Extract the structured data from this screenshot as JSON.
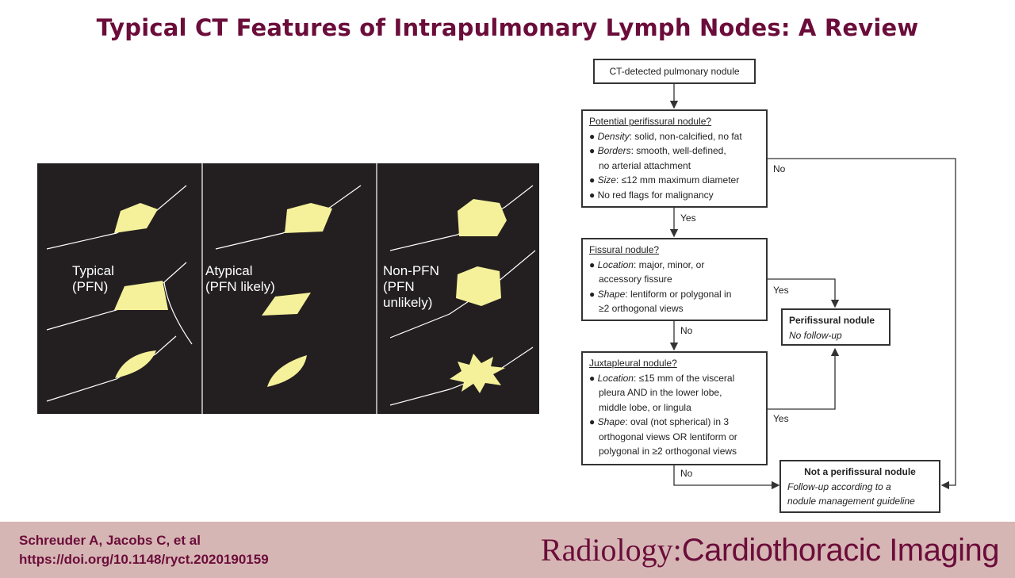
{
  "title": "Typical CT Features of Intrapulmonary Lymph Nodes: A Review",
  "figure": {
    "panels": [
      {
        "label_line1": "Typical",
        "label_line2": "(PFN)"
      },
      {
        "label_line1": "Atypical",
        "label_line2": "(PFN likely)"
      },
      {
        "label_line1": "Non-PFN",
        "label_line2": "(PFN",
        "label_line3": "unlikely)"
      }
    ]
  },
  "flowchart": {
    "start": "CT-detected pulmonary nodule",
    "q1": {
      "heading": "Potential perifissural nodule?",
      "b1_key": "Density",
      "b1": ": solid, non-calcified, no fat",
      "b2_key": "Borders",
      "b2": ": smooth, well-defined,",
      "b2_cont": "no arterial attachment",
      "b3_key": "Size",
      "b3": ": ≤12 mm maximum diameter",
      "b4": "No red flags for malignancy"
    },
    "q2": {
      "heading": "Fissural nodule?",
      "b1_key": "Location",
      "b1": ": major, minor, or",
      "b1_cont": "accessory fissure",
      "b2_key": "Shape",
      "b2": ": lentiform or polygonal in",
      "b2_cont": "≥2 orthogonal views"
    },
    "q3": {
      "heading": "Juxtapleural nodule?",
      "b1_key": "Location",
      "b1": ": ≤15 mm of the visceral",
      "b1_cont1": "pleura AND in the lower lobe,",
      "b1_cont2": "middle lobe, or lingula",
      "b2_key": "Shape",
      "b2": ": oval (not spherical) in 3",
      "b2_cont1": "orthogonal views OR lentiform or",
      "b2_cont2": "polygonal in ≥2 orthogonal views"
    },
    "pfn": {
      "title": "Perifissural nodule",
      "sub": "No follow-up"
    },
    "notpfn": {
      "title": "Not a perifissural nodule",
      "sub1": "Follow-up according to a",
      "sub2": "nodule management guideline"
    },
    "labels": {
      "yes1": "Yes",
      "no1": "No",
      "yes2": "Yes",
      "no2": "No",
      "yes3": "Yes",
      "no3": "No"
    }
  },
  "footer": {
    "authors": "Schreuder A, Jacobs C, et al",
    "doi": "https://doi.org/10.1148/ryct.2020190159",
    "brand1": "Radiology:",
    "brand2": "Cardiothoracic Imaging"
  },
  "colors": {
    "brand": "#6b0d3a",
    "footer_bg": "#d6b6b4",
    "nodule": "#f5f19a",
    "panel_bg": "#231f20"
  }
}
